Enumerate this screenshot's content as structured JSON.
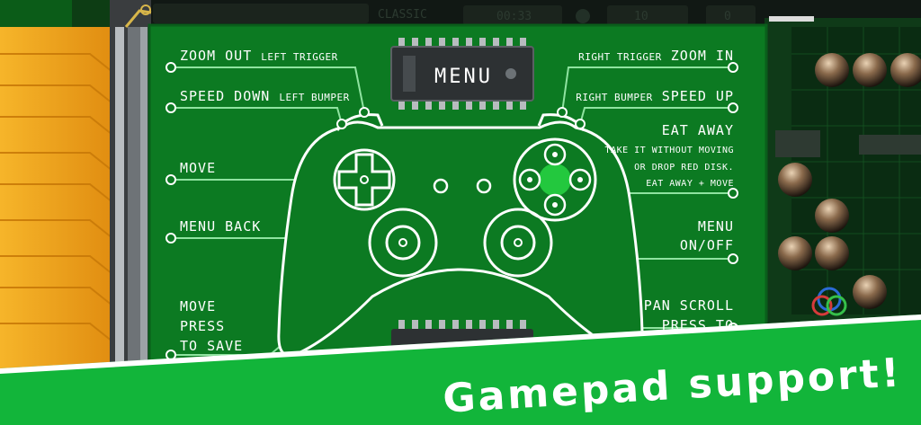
{
  "top_bar": {
    "mode_label": "CLASSIC",
    "display_1": "00:33",
    "display_2": "10",
    "display_3": "0"
  },
  "menu_chip_label": "MENU",
  "controls": {
    "zoom_out": "ZOOM OUT",
    "zoom_out_sub": "LEFT TRIGGER",
    "speed_down": "SPEED DOWN",
    "speed_down_sub": "LEFT BUMPER",
    "move": "MOVE",
    "menu_back": "MENU BACK",
    "move_save_1": "MOVE",
    "move_save_2": "PRESS",
    "move_save_3": "TO SAVE",
    "zoom_in_sub": "RIGHT TRIGGER",
    "zoom_in": "ZOOM IN",
    "speed_up_sub": "RIGHT BUMPER",
    "speed_up": "SPEED UP",
    "eat_away": "EAT AWAY",
    "eat_away_desc_1": "TAKE IT WITHOUT MOVING",
    "eat_away_desc_2": "OR DROP RED DISK.",
    "eat_away_desc_3": "EAT AWAY + MOVE",
    "menu_toggle_1": "MENU",
    "menu_toggle_2": "ON/OFF",
    "pan_scroll_1": "PAN SCROLL",
    "pan_scroll_2": "PRESS TO"
  },
  "banner_text": "Gamepad support!",
  "colors": {
    "board": "#0c7a22",
    "board_dark": "#0a5e1b",
    "banner": "#12b53a",
    "trace": "#8fe3a0",
    "ribbon": "#f0a11c",
    "active_button": "#23c83e"
  }
}
